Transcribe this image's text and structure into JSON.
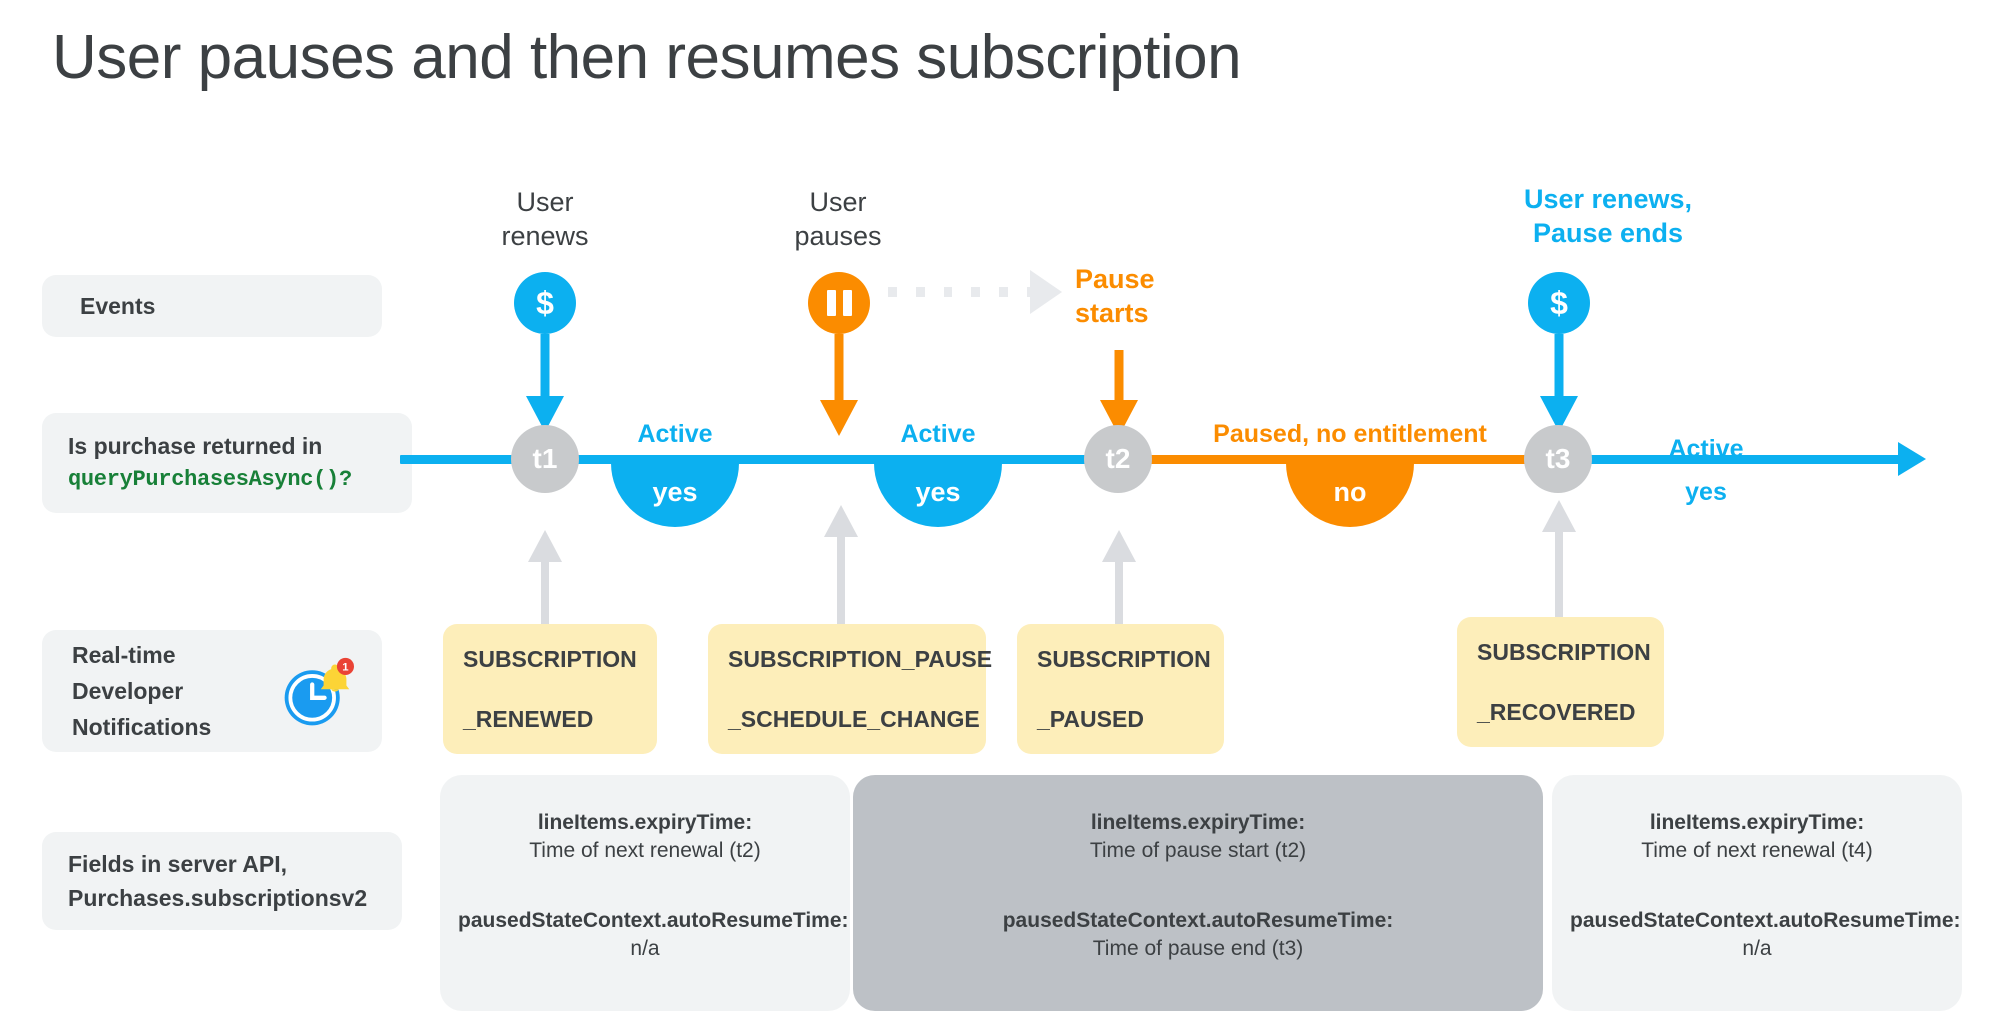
{
  "title": "User pauses and then resumes subscription",
  "colors": {
    "blue": "#0CB0F0",
    "orange": "#FB8C00",
    "gray_node": "#c8cacc",
    "gray_arrow": "#dadce0",
    "label_bg": "#f1f3f4",
    "rtdn_bg": "#fdeeba",
    "fields_dark_bg": "#bdc1c6",
    "code_green": "#188038",
    "text": "#3c4043"
  },
  "row_labels": {
    "events": "Events",
    "query_line1": "Is purchase returned in",
    "query_code": "queryPurchasesAsync()?",
    "rtdn_line1": "Real-time",
    "rtdn_line2": "Developer",
    "rtdn_line3": "Notifications",
    "rtdn_icon": "clock-bell-notification-icon",
    "rtdn_badge": "1",
    "fields_line1": "Fields in server API,",
    "fields_line2": "Purchases.subscriptionsv2"
  },
  "events": [
    {
      "label": "User\nrenews",
      "glyph": "$",
      "icon": "dollar-icon",
      "color": "blue",
      "style": "plain"
    },
    {
      "label": "User\npauses",
      "glyph": "▐▌",
      "icon": "pause-icon",
      "color": "orange",
      "style": "plain"
    },
    {
      "label": "Pause\nstarts",
      "icon": "pause-starts-label",
      "color": "orange",
      "style": "bold"
    },
    {
      "label": "User renews,\nPause ends",
      "glyph": "$",
      "icon": "dollar-icon",
      "color": "blue",
      "style": "bold"
    }
  ],
  "event_labels": {
    "user_renews_l1": "User",
    "user_renews_l2": "renews",
    "user_pauses_l1": "User",
    "user_pauses_l2": "pauses",
    "pause_starts_l1": "Pause",
    "pause_starts_l2": "starts",
    "user_renews_pause_ends_l1": "User renews,",
    "user_renews_pause_ends_l2": "Pause ends"
  },
  "timeline": {
    "nodes": [
      {
        "id": "t1",
        "label": "t1"
      },
      {
        "id": "t2",
        "label": "t2"
      },
      {
        "id": "t3",
        "label": "t3"
      }
    ],
    "segments": [
      {
        "state_label": "Active",
        "returned": "yes",
        "color": "blue"
      },
      {
        "state_label": "Active",
        "returned": "yes",
        "color": "blue"
      },
      {
        "state_label": "Paused, no entitlement",
        "returned": "no",
        "color": "orange"
      },
      {
        "state_label": "Active",
        "returned": "yes",
        "color": "blue"
      }
    ]
  },
  "notifications": [
    {
      "line1": "SUBSCRIPTION",
      "line2": "_RENEWED"
    },
    {
      "line1": "SUBSCRIPTION_PAUSE",
      "line2": "_SCHEDULE_CHANGE"
    },
    {
      "line1": "SUBSCRIPTION",
      "line2": "_PAUSED"
    },
    {
      "line1": "SUBSCRIPTION",
      "line2": "_RECOVERED"
    }
  ],
  "fields_boxes": [
    {
      "variant": "light",
      "key1": "lineItems.expiryTime:",
      "val1": "Time of next renewal (t2)",
      "key2": "pausedStateContext.autoResumeTime:",
      "val2": "n/a"
    },
    {
      "variant": "dark",
      "key1": "lineItems.expiryTime:",
      "val1": "Time of pause start (t2)",
      "key2": "pausedStateContext.autoResumeTime:",
      "val2": "Time of pause end (t3)"
    },
    {
      "variant": "light",
      "key1": "lineItems.expiryTime:",
      "val1": "Time of next renewal (t4)",
      "key2": "pausedStateContext.autoResumeTime:",
      "val2": "n/a"
    }
  ]
}
